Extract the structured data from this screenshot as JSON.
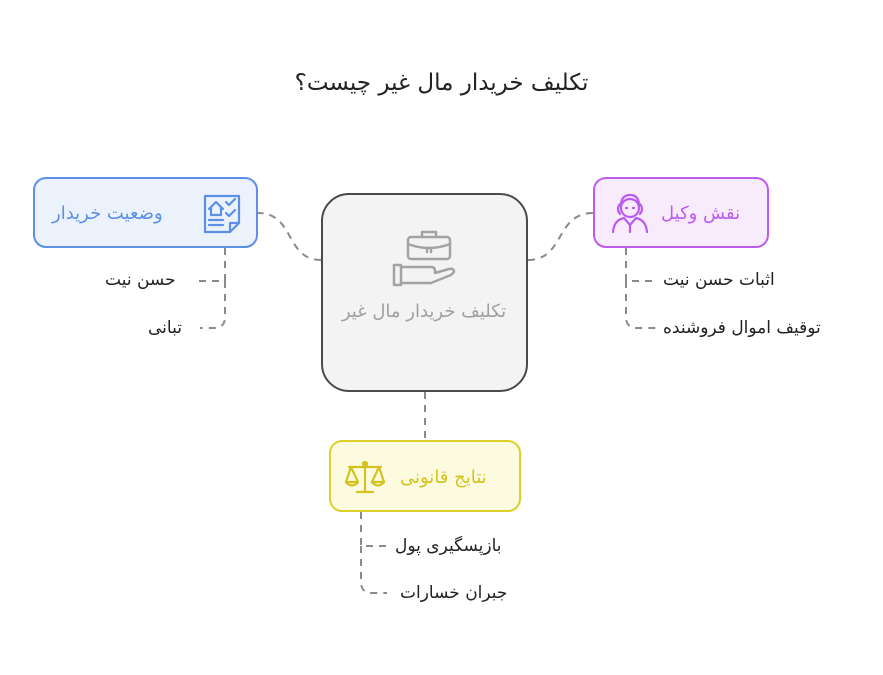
{
  "title": "تکلیف خریدار مال غیر چیست؟",
  "center": {
    "label": "تکلیف خریدار مال غیر"
  },
  "nodes": {
    "buyer_status": {
      "label": "وضعیت خریدار",
      "color": "#5b90e6",
      "icon": "document-checklist-icon",
      "items": [
        "حسن نیت",
        "تبانی"
      ]
    },
    "lawyer_role": {
      "label": "نقش وکیل",
      "color": "#bc5cee",
      "icon": "lawyer-person-icon",
      "items": [
        "اثبات حسن نیت",
        "توقیف اموال فروشنده"
      ]
    },
    "legal_results": {
      "label": "نتایج قانونی",
      "color": "#ddcf2c",
      "icon": "scales-of-justice-icon",
      "items": [
        "بازپسگیری پول",
        "جبران خسارات"
      ]
    }
  },
  "center_icon": "hand-holding-briefcase-icon"
}
